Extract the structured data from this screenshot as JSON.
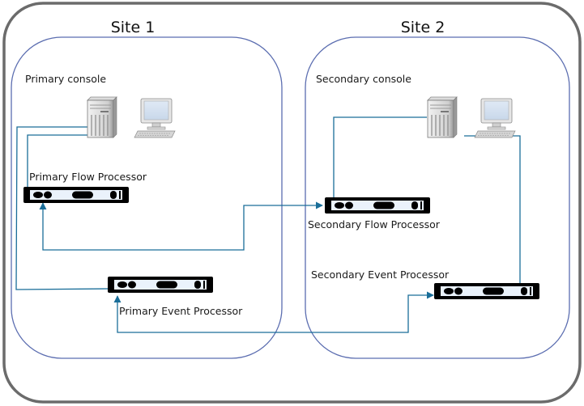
{
  "diagram": {
    "type": "network-topology",
    "colors": {
      "outer_border": "#6b6b6b",
      "site_border": "#5b6db0",
      "connector": "#1a6e99",
      "appliance": "#000000",
      "appliance_panel": "#eaf2fb"
    },
    "sites": [
      {
        "id": "site1",
        "title": "Site 1",
        "nodes": [
          {
            "id": "primary-console",
            "label": "Primary console",
            "icon": "server-and-workstation-icon"
          },
          {
            "id": "primary-flow-processor",
            "label": "Primary Flow Processor",
            "icon": "rack-appliance-icon"
          },
          {
            "id": "primary-event-processor",
            "label": "Primary Event Processor",
            "icon": "rack-appliance-icon"
          }
        ]
      },
      {
        "id": "site2",
        "title": "Site 2",
        "nodes": [
          {
            "id": "secondary-console",
            "label": "Secondary console",
            "icon": "server-and-workstation-icon"
          },
          {
            "id": "secondary-flow-processor",
            "label": "Secondary Flow Processor",
            "icon": "rack-appliance-icon"
          },
          {
            "id": "secondary-event-processor",
            "label": "Secondary Event Processor",
            "icon": "rack-appliance-icon"
          }
        ]
      }
    ],
    "connections": [
      {
        "from": "primary-console",
        "to": "primary-flow-processor",
        "arrow": false
      },
      {
        "from": "primary-console",
        "to": "primary-event-processor",
        "arrow": false
      },
      {
        "from": "secondary-console",
        "to": "secondary-flow-processor",
        "arrow": false
      },
      {
        "from": "secondary-console",
        "to": "secondary-event-processor",
        "arrow": false
      },
      {
        "from": "secondary-flow-processor",
        "to": "primary-flow-processor",
        "arrow": "both"
      },
      {
        "from": "secondary-event-processor",
        "to": "primary-event-processor",
        "arrow": "both"
      }
    ]
  }
}
